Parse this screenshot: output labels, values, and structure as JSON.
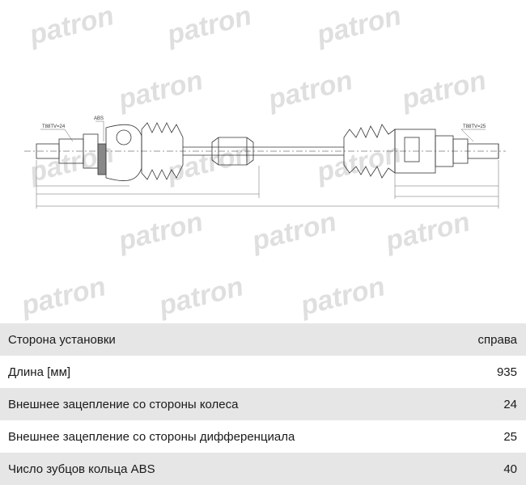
{
  "brand": {
    "watermark_text": "patron"
  },
  "drawing": {
    "labels": {
      "left_spline": "T88TV=24",
      "right_spline": "T88TV=25",
      "abs": "ABS"
    }
  },
  "specs": [
    {
      "label": "Сторона установки",
      "value": "справа"
    },
    {
      "label": "Длина [мм]",
      "value": "935"
    },
    {
      "label": "Внешнее зацепление со стороны колеса",
      "value": "24"
    },
    {
      "label": "Внешнее зацепление со стороны дифференциала",
      "value": "25"
    },
    {
      "label": "Число зубцов кольца ABS",
      "value": "40"
    }
  ],
  "colors": {
    "row_shade": "#e6e6e6",
    "line": "#333333",
    "watermark": "#dcdcdc"
  }
}
